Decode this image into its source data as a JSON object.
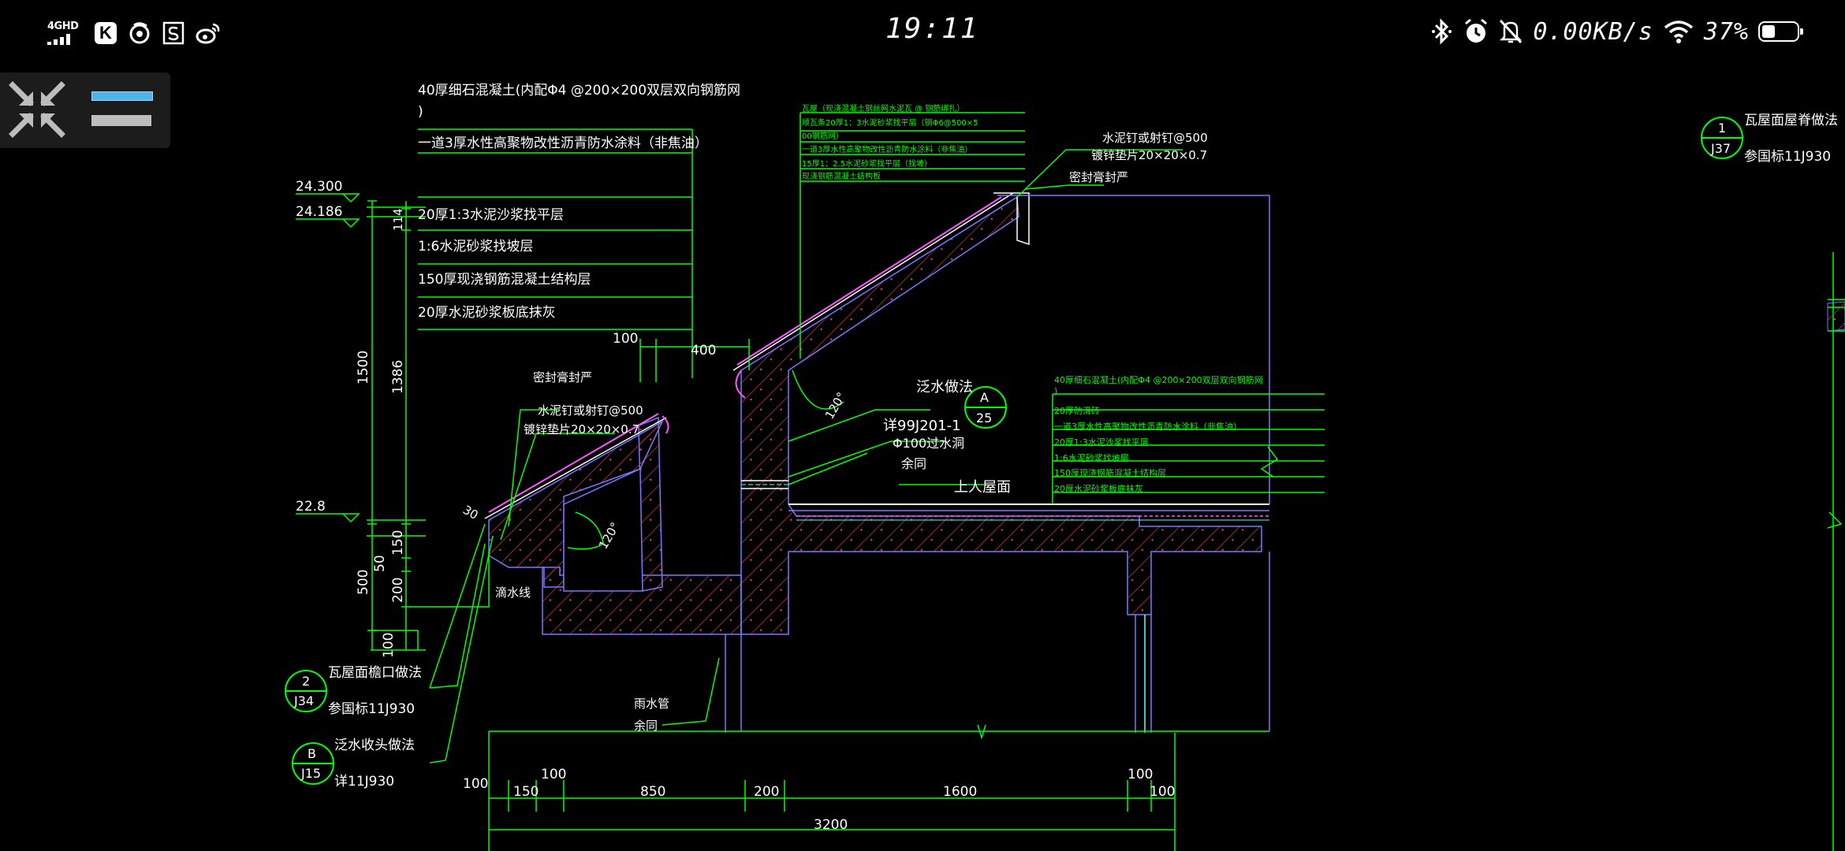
{
  "status_bar": {
    "network_label": "4GHD",
    "time": "19:11",
    "net_speed": "0.00KB/s",
    "battery_percent": "37%",
    "battery_level": 0.37,
    "left_icons": [
      "app-k-icon",
      "weibo-swirl-icon",
      "s-app-icon",
      "weibo-icon"
    ],
    "right_icons": [
      "bluetooth-icon",
      "alarm-icon",
      "mute-icon",
      "wifi-icon",
      "battery-icon"
    ]
  },
  "toolbar": {
    "icons": [
      "collapse-arrows-icon",
      "layer-bars-icon"
    ],
    "accent": "#4fb4e8"
  },
  "colors": {
    "background": "#000000",
    "text_white": "#ffffff",
    "leader_green": "#00ff00",
    "concrete_red": "#c23a3a",
    "outline_blue": "#7a78ff",
    "magenta": "#ff55ff",
    "cyan": "#55ffff"
  },
  "drawing": {
    "left_notes": [
      "40厚细石混凝土(内配Φ4 @200×200双层双向钢筋网",
      ")",
      "一道3厚水性高聚物改性沥青防水涂料（非焦油）",
      "20厚1:3水泥沙浆找平层",
      "1:6水泥砂浆找坡层",
      "150厚现浇钢筋混凝土结构层",
      "20厚水泥砂浆板底抹灰"
    ],
    "top_mid_notes": [
      "瓦屋（现浇混凝土钢丝网水泥瓦 @ 钢筋绑扎）",
      "顺瓦条20厚1：3水泥砂浆找平层（钢Φ6@500×5",
      "00钢筋网）",
      "一道3厚水性高聚物改性沥青防水涂料（非焦油）",
      "15厚1：2.5水泥砂浆找平层（找坡）",
      "现浇钢筋混凝土结构板"
    ],
    "right_notes": [
      "40厚细石混凝土(内配Φ4 @200×200双层双向钢筋网",
      ")",
      "20厚防滑砖",
      "一道3厚水性高聚物改性沥青防水涂料（非焦油）",
      "20厚1:3水泥沙浆找平层",
      "1:6水泥砂浆找坡层",
      "150厚现浇钢筋混凝土结构层",
      "20厚水泥砂浆板底抹灰"
    ],
    "elevations": [
      "24.300",
      "24.186",
      "22.8"
    ],
    "vertical_dims_outer": [
      "1500",
      "500"
    ],
    "vertical_dims_inner": [
      "114",
      "1386",
      "150",
      "50",
      "200"
    ],
    "vertical_dim_bottom": "100",
    "horizontal_dims": [
      "100",
      "150",
      "100",
      "850",
      "200",
      "1600",
      "100",
      "100"
    ],
    "total_dim": "3200",
    "top_dims": [
      "100",
      "400"
    ],
    "left_nail_note": "水泥钉或射钉@500",
    "left_washer_note": "镀锌垫片20×20×0.7",
    "left_sealant": "密封膏封严",
    "right_nail_note": "水泥钉或射钉@500",
    "right_washer_note": "镀锌垫片20×20×0.7",
    "right_sealant": "密封膏封严",
    "angle_120": "120°",
    "angle_30": "30",
    "drip_line": "滴水线",
    "flashing_title": "泛水做法",
    "flashing_ref": "详99J201-1",
    "overflow_hole": "Φ100过水洞",
    "overflow_same": "余同",
    "roof_label": "上人屋面",
    "downpipe": "雨水管",
    "downpipe_same": "余同",
    "callout_a": {
      "top": "A",
      "bottom": "25"
    },
    "callout_2": {
      "top": "2",
      "bottom": "J34",
      "title": "瓦屋面檐口做法",
      "ref": "参国标11J930"
    },
    "callout_b": {
      "top": "B",
      "bottom": "J15",
      "title": "泛水收头做法",
      "ref": "详11J930"
    },
    "callout_1": {
      "top": "1",
      "bottom": "J37",
      "title": "瓦屋面屋脊做法",
      "ref": "参国标11J930"
    }
  }
}
